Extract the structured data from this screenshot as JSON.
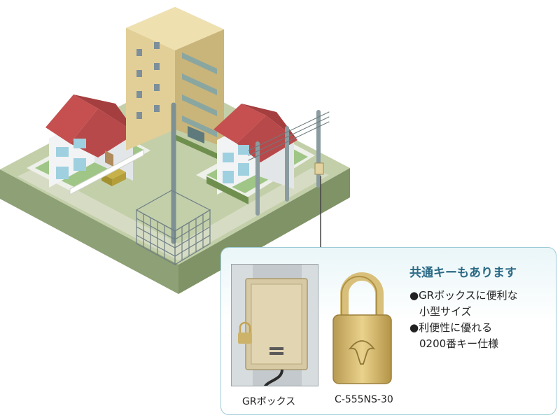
{
  "callout": {
    "heading": "共通キーもあります",
    "features": [
      {
        "line1": "●GRボックスに便利な",
        "line2": "小型サイズ"
      },
      {
        "line1": "●利便性に優れる",
        "line2": "0200番キー仕様"
      }
    ],
    "products": [
      {
        "caption": "GRボックス"
      },
      {
        "caption": "C-555NS-30"
      }
    ]
  },
  "colors": {
    "accent_heading": "#2a6a86",
    "callout_border": "#9fcbd6",
    "ground": "#b9c79f",
    "roof": "#b8494a",
    "brass": "#cdb36a"
  },
  "icons": [
    "padlock-icon",
    "keyhole-icon"
  ]
}
